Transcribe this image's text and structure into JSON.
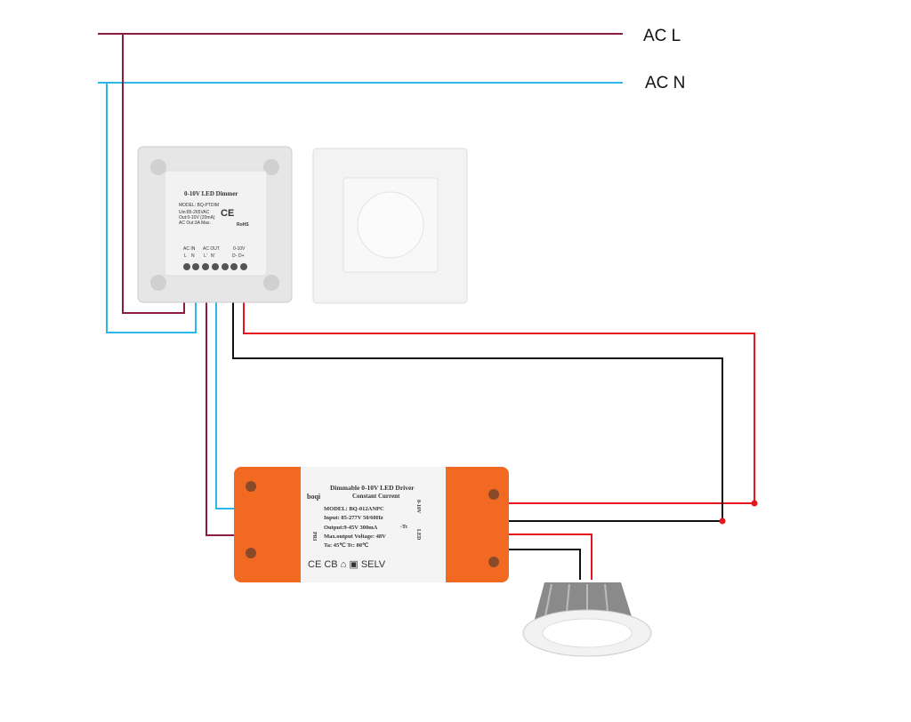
{
  "labels": {
    "ac_l": "AC L",
    "ac_n": "AC N"
  },
  "colors": {
    "live": "#8b1e3f",
    "neutral": "#2bb8e8",
    "dim_plus": "#e8141b",
    "dim_minus": "#111111",
    "driver_case": "#f26a22"
  },
  "dimmer": {
    "title": "0-10V LED Dimmer",
    "model": "MODEL: BQ-PTDIM",
    "lines": [
      "Uin:85-265VAC",
      "Out:0-10V (20mA)",
      "AC Out:3A Max."
    ],
    "marks": [
      "CE",
      "RoHS"
    ],
    "terminals": {
      "ac_in": "AC IN",
      "ac_out": "AC OUT",
      "dim": "0-10V",
      "pins": [
        "L",
        "N",
        "L'",
        "N'",
        "D-",
        "D+"
      ]
    }
  },
  "driver": {
    "brand": "boqi",
    "title": "Dimmable 0-10V LED Driver",
    "subtitle": "Constant Current",
    "lines": [
      "MODEL: BQ-012ANPC",
      "Input: 85-277V 50/60Hz",
      "Output:9-45V 300mA",
      "Max.output Voltage: 48V",
      "Ta: 45℃  Tc: 80℃"
    ],
    "tc": "-Tc",
    "side": "PRI",
    "out_labels": [
      "0-10V",
      "LED"
    ],
    "marks": "CE  CB  ⌂  ▣ SELV"
  }
}
